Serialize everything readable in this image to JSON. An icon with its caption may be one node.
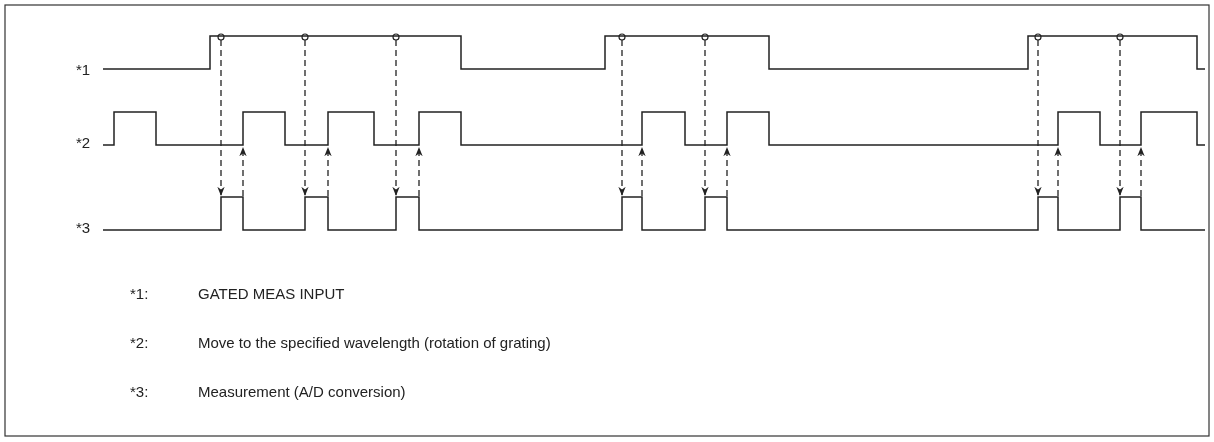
{
  "diagram": {
    "labels": [
      "*1",
      "*2",
      "*3",
      "*1:",
      "GATED MEAS INPUT",
      "*2:",
      "Move to the specified wavelength (rotation of grating)",
      "*3:",
      "Measurement (A/D conversion)"
    ]
  }
}
